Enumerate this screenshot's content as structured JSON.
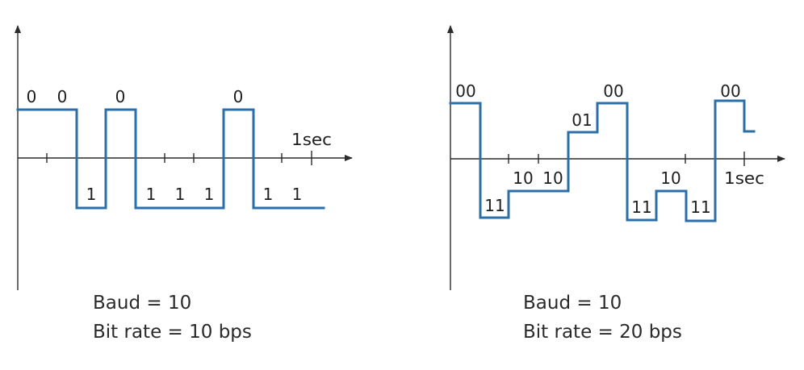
{
  "left": {
    "bit_labels": [
      "0",
      "0",
      "0",
      "0",
      "1",
      "1",
      "1",
      "1",
      "1",
      "1"
    ],
    "time_marker": "1sec",
    "caption_baud": "Baud = 10",
    "caption_bitrate": "Bit rate = 10 bps"
  },
  "right": {
    "symbol_labels": [
      "00",
      "01",
      "00",
      "00",
      "10",
      "10",
      "10",
      "11",
      "11",
      "11"
    ],
    "time_marker": "1sec",
    "caption_baud": "Baud = 10",
    "caption_bitrate": "Bit rate = 20 bps"
  },
  "colors": {
    "signal": "#2b6ea8",
    "axis": "#2b2b2b"
  }
}
